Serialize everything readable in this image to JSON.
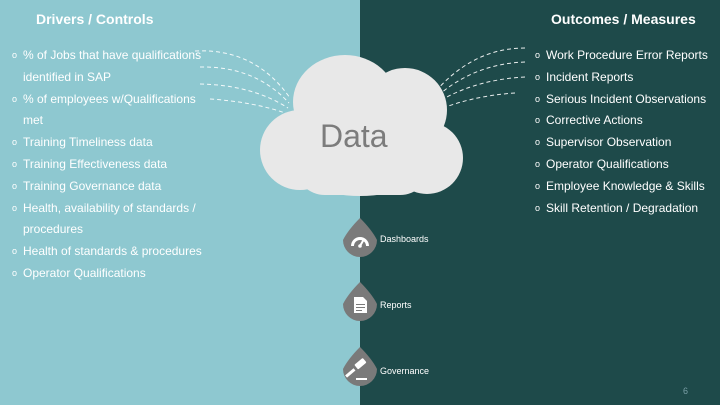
{
  "left": {
    "heading": "Drivers / Controls",
    "items": [
      "% of Jobs that have qualifications identified in SAP",
      "% of employees w/Qualifications met",
      "Training Timeliness data",
      "Training Effectiveness data",
      "Training Governance data",
      "Health, availability of standards / procedures",
      "Health of standards & procedures",
      "Operator Qualifications"
    ]
  },
  "right": {
    "heading": "Outcomes / Measures",
    "items": [
      "Work Procedure Error Reports",
      "Incident Reports",
      "Serious Incident Observations",
      "Corrective Actions",
      "Supervisor Observation",
      "Operator Qualifications",
      "Employee Knowledge & Skills",
      "Skill Retention / Degradation"
    ]
  },
  "center": {
    "label": "Data",
    "icons": [
      {
        "label": "Dashboards",
        "icon": "gauge-icon"
      },
      {
        "label": "Reports",
        "icon": "document-icon"
      },
      {
        "label": "Governance",
        "icon": "gavel-icon"
      }
    ]
  },
  "page_number": "6",
  "colors": {
    "left_bg": "#8ec8d0",
    "right_bg": "#1e4a4a",
    "cloud": "#e8e8e8",
    "drop": "#7a7a7a"
  }
}
